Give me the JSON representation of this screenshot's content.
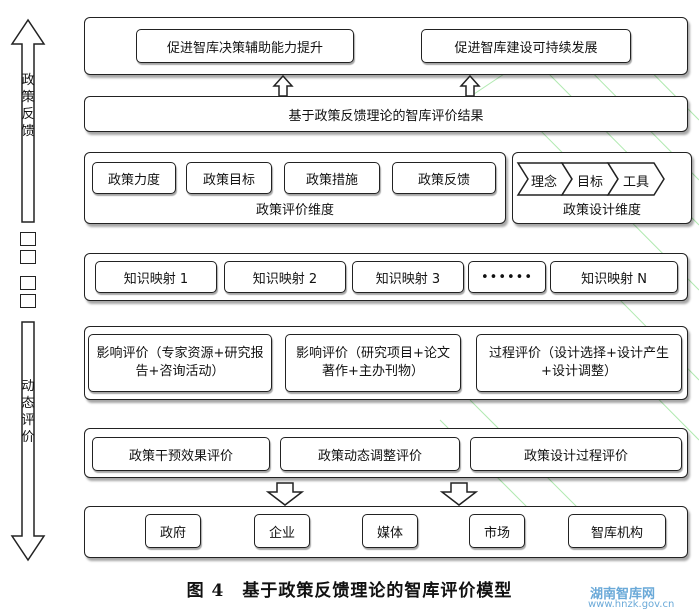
{
  "left_axis": {
    "top_label": [
      "政",
      "策",
      "反",
      "馈"
    ],
    "bottom_label": [
      "动",
      "态",
      "评",
      "价"
    ]
  },
  "row1": {
    "items": [
      "促进智库决策辅助能力提升",
      "促进智库建设可持续发展"
    ]
  },
  "row2": {
    "title": "基于政策反馈理论的智库评价结果"
  },
  "row3": {
    "eval_items": [
      "政策力度",
      "政策目标",
      "政策措施",
      "政策反馈"
    ],
    "eval_label": "政策评价维度",
    "design_items": [
      "理念",
      "目标",
      "工具"
    ],
    "design_label": "政策设计维度"
  },
  "row4": {
    "items": [
      "知识映射 1",
      "知识映射 2",
      "知识映射 3",
      "••••••",
      "知识映射 N"
    ]
  },
  "row5": {
    "items": [
      "影响评价（专家资源+研究报告+咨询活动）",
      "影响评价（研究项目+论文著作+主办刊物）",
      "过程评价（设计选择+设计产生+设计调整）"
    ]
  },
  "row6": {
    "items": [
      "政策干预效果评价",
      "政策动态调整评价",
      "政策设计过程评价"
    ]
  },
  "row7": {
    "items": [
      "政府",
      "企业",
      "媒体",
      "市场",
      "智库机构"
    ]
  },
  "caption": "图 4　基于政策反馈理论的智库评价模型",
  "watermark": {
    "name": "湖南智库网",
    "url": "www.hnzk.gov.cn"
  },
  "colors": {
    "border": "#222222",
    "watermark": "#6aa9d8",
    "decor": "#8fe08f"
  }
}
